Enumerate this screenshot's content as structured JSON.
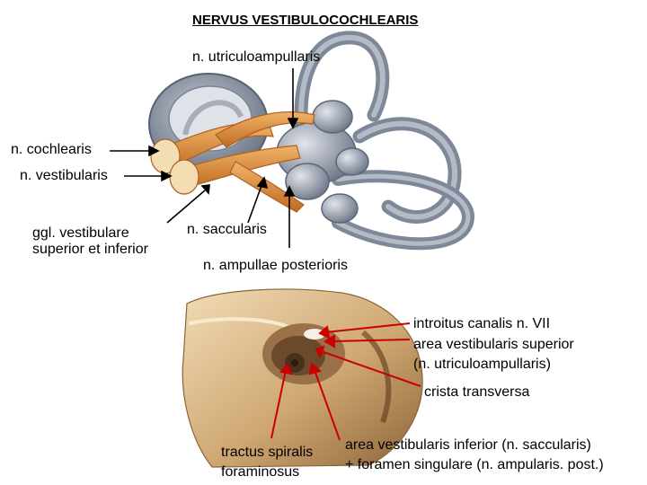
{
  "title": "NERVUS VESTIBULOCOCHLEARIS",
  "top_labels": {
    "utriculoampullaris": "n. utriculoampullaris",
    "cochlearis": "n. cochlearis",
    "vestibularis": "n. vestibularis",
    "ggl_line1": "ggl. vestibulare",
    "ggl_line2": "superior et inferior",
    "saccularis": "n. saccularis",
    "ampullae_posterioris": "n. ampullae posterioris"
  },
  "bottom_labels": {
    "introitus": "introitus canalis n. VII",
    "area_sup_line1": "area vestibularis superior",
    "area_sup_line2": "(n. utriculoampullaris)",
    "crista": "crista transversa",
    "tractus_line1": "tractus spiralis",
    "tractus_line2": "foraminosus",
    "area_inf_line1": "area vestibularis inferior (n. saccularis)",
    "area_inf_line2": "+ foramen singulare (n. ampularis. post.)"
  },
  "colors": {
    "pointer_black": "#000000",
    "pointer_red": "#cc0000",
    "labyrinth": "#8c96a6",
    "nerve": "#e39a4a",
    "bone": "#d8b88a"
  }
}
